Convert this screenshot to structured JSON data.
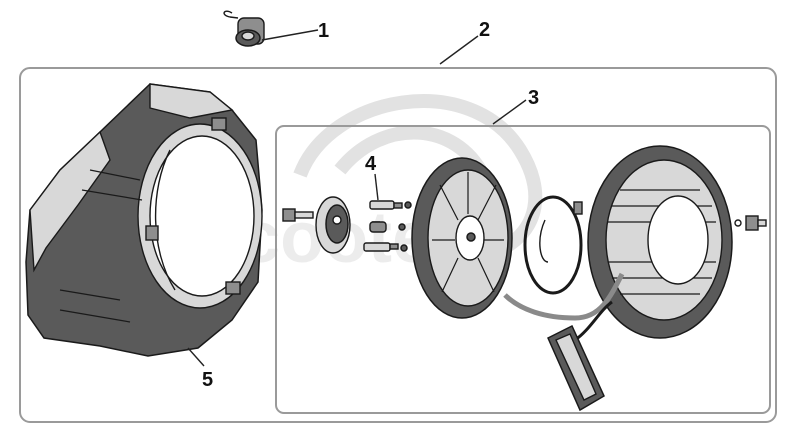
{
  "callouts": [
    {
      "id": "1",
      "label": "1"
    },
    {
      "id": "2",
      "label": "2"
    },
    {
      "id": "3",
      "label": "3"
    },
    {
      "id": "4",
      "label": "4"
    },
    {
      "id": "5",
      "label": "5"
    }
  ],
  "parts": [
    {
      "callout": "1",
      "name": "ignition switch"
    },
    {
      "callout": "2",
      "name": "assembly frame"
    },
    {
      "callout": "3",
      "name": "recoil starter assembly"
    },
    {
      "callout": "4",
      "name": "ratchet parts"
    },
    {
      "callout": "5",
      "name": "fan shroud"
    }
  ],
  "colors": {
    "frame": "#9a9a9a",
    "ink": "#1a1a1a",
    "shade_dark": "#5a5a5a",
    "shade_light": "#d8d8d8",
    "watermark": "#e2e2e2"
  },
  "watermark": {
    "text": "scooter"
  }
}
